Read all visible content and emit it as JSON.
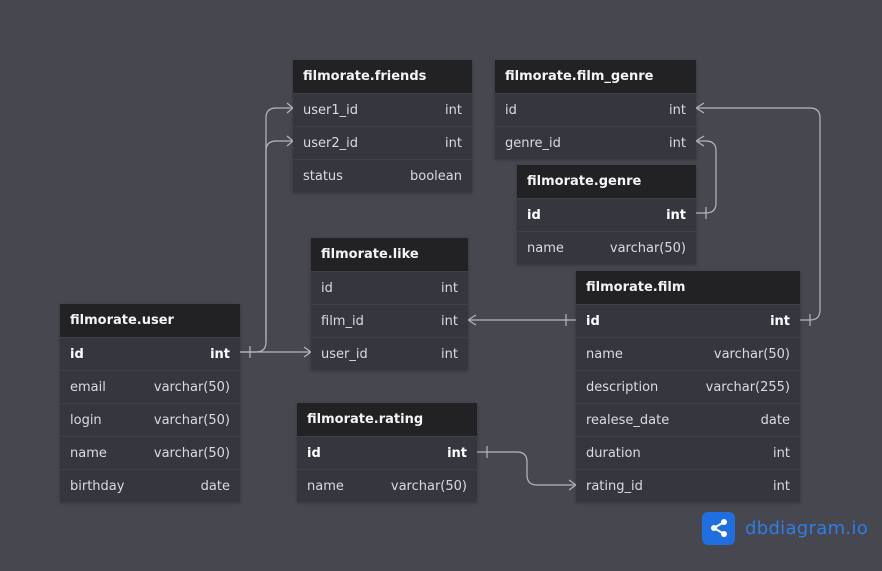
{
  "tables": {
    "friends": {
      "name": "filmorate.friends",
      "fields": [
        {
          "name": "user1_id",
          "type": "int"
        },
        {
          "name": "user2_id",
          "type": "int"
        },
        {
          "name": "status",
          "type": "boolean"
        }
      ]
    },
    "film_genre": {
      "name": "filmorate.film_genre",
      "fields": [
        {
          "name": "id",
          "type": "int"
        },
        {
          "name": "genre_id",
          "type": "int"
        }
      ]
    },
    "genre": {
      "name": "filmorate.genre",
      "fields": [
        {
          "name": "id",
          "type": "int"
        },
        {
          "name": "name",
          "type": "varchar(50)"
        }
      ]
    },
    "like": {
      "name": "filmorate.like",
      "fields": [
        {
          "name": "id",
          "type": "int"
        },
        {
          "name": "film_id",
          "type": "int"
        },
        {
          "name": "user_id",
          "type": "int"
        }
      ]
    },
    "film": {
      "name": "filmorate.film",
      "fields": [
        {
          "name": "id",
          "type": "int"
        },
        {
          "name": "name",
          "type": "varchar(50)"
        },
        {
          "name": "description",
          "type": "varchar(255)"
        },
        {
          "name": "realese_date",
          "type": "date"
        },
        {
          "name": "duration",
          "type": "int"
        },
        {
          "name": "rating_id",
          "type": "int"
        }
      ]
    },
    "user": {
      "name": "filmorate.user",
      "fields": [
        {
          "name": "id",
          "type": "int"
        },
        {
          "name": "email",
          "type": "varchar(50)"
        },
        {
          "name": "login",
          "type": "varchar(50)"
        },
        {
          "name": "name",
          "type": "varchar(50)"
        },
        {
          "name": "birthday",
          "type": "date"
        }
      ]
    },
    "rating": {
      "name": "filmorate.rating",
      "fields": [
        {
          "name": "id",
          "type": "int"
        },
        {
          "name": "name",
          "type": "varchar(50)"
        }
      ]
    }
  },
  "relations": [
    {
      "from": "friends.user1_id",
      "to": "user.id",
      "cardinality": "many-to-one"
    },
    {
      "from": "friends.user2_id",
      "to": "user.id",
      "cardinality": "many-to-one"
    },
    {
      "from": "like.user_id",
      "to": "user.id",
      "cardinality": "many-to-one"
    },
    {
      "from": "like.film_id",
      "to": "film.id",
      "cardinality": "many-to-one"
    },
    {
      "from": "film_genre.id",
      "to": "film.id",
      "cardinality": "many-to-one"
    },
    {
      "from": "film_genre.genre_id",
      "to": "genre.id",
      "cardinality": "many-to-one"
    },
    {
      "from": "film.rating_id",
      "to": "rating.id",
      "cardinality": "many-to-one"
    }
  ],
  "brand": {
    "name": "dbdiagram.io",
    "icon": "share-nodes-icon",
    "color": "#1f6fe0"
  },
  "colors": {
    "background": "#46474f",
    "table_header": "#222225",
    "table_body": "#36373e",
    "connector": "#b4b7c2"
  }
}
